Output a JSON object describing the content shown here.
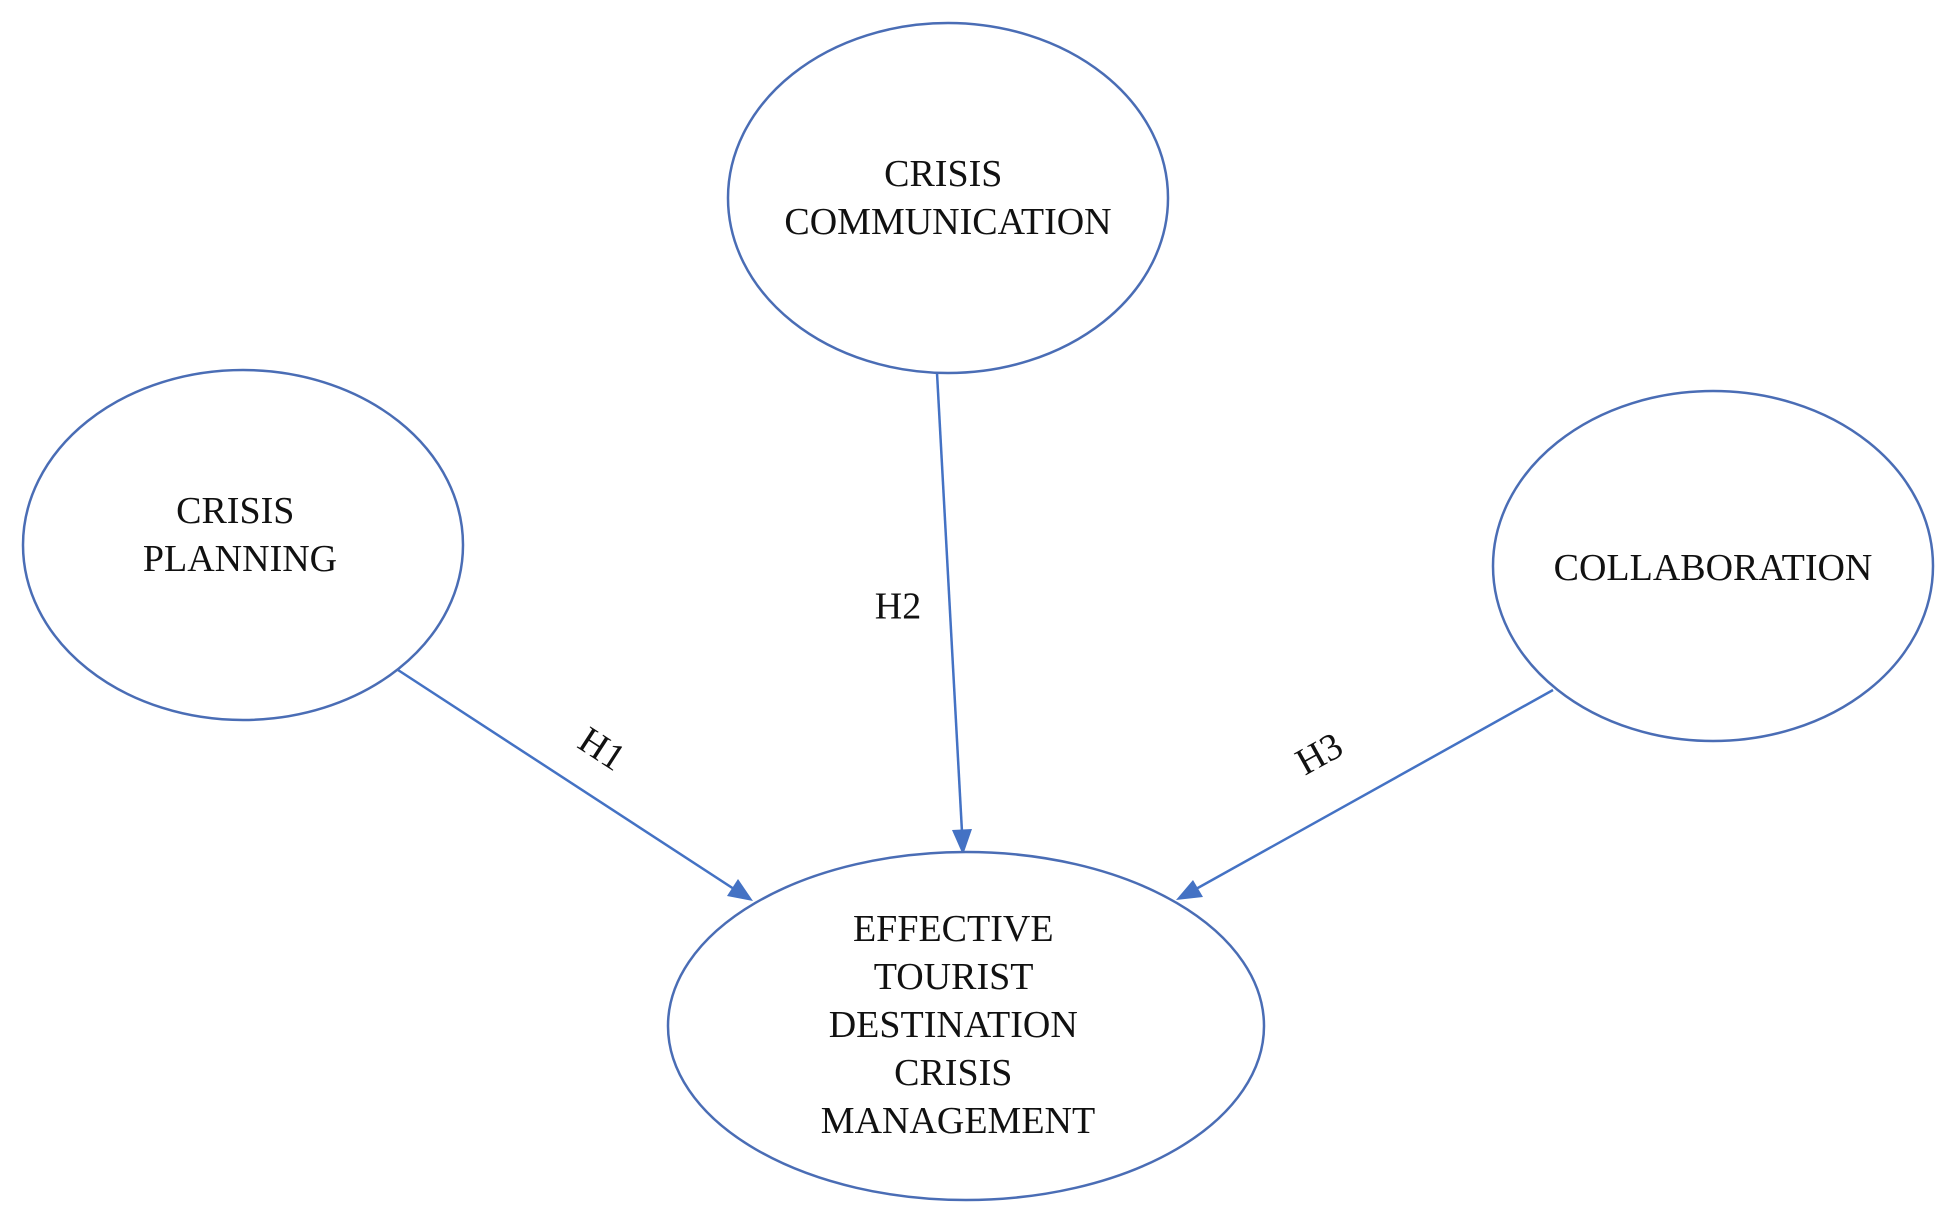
{
  "nodes": {
    "crisis_communication": [
      "CRISIS",
      "COMMUNICATION"
    ],
    "crisis_planning": [
      "CRISIS",
      "PLANNING"
    ],
    "collaboration": [
      "COLLABORATION"
    ],
    "effective_management": [
      "EFFECTIVE",
      "TOURIST",
      "DESTINATION",
      "CRISIS",
      "MANAGEMENT"
    ]
  },
  "edges": {
    "h1": "H1",
    "h2": "H2",
    "h3": "H3"
  },
  "colors": {
    "node_stroke": "#4a6db5",
    "arrow": "#4472c4",
    "text": "#111111"
  }
}
